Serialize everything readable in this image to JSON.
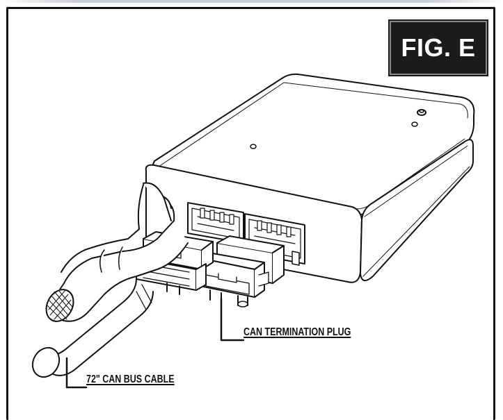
{
  "figure": {
    "label": "FIG. E"
  },
  "callouts": {
    "termination_plug": "CAN TERMINATION PLUG",
    "cable": "72\" CAN BUS CABLE"
  },
  "colors": {
    "ink": "#111111",
    "badge_bg": "#1b1b1b",
    "badge_text": "#ffffff"
  }
}
